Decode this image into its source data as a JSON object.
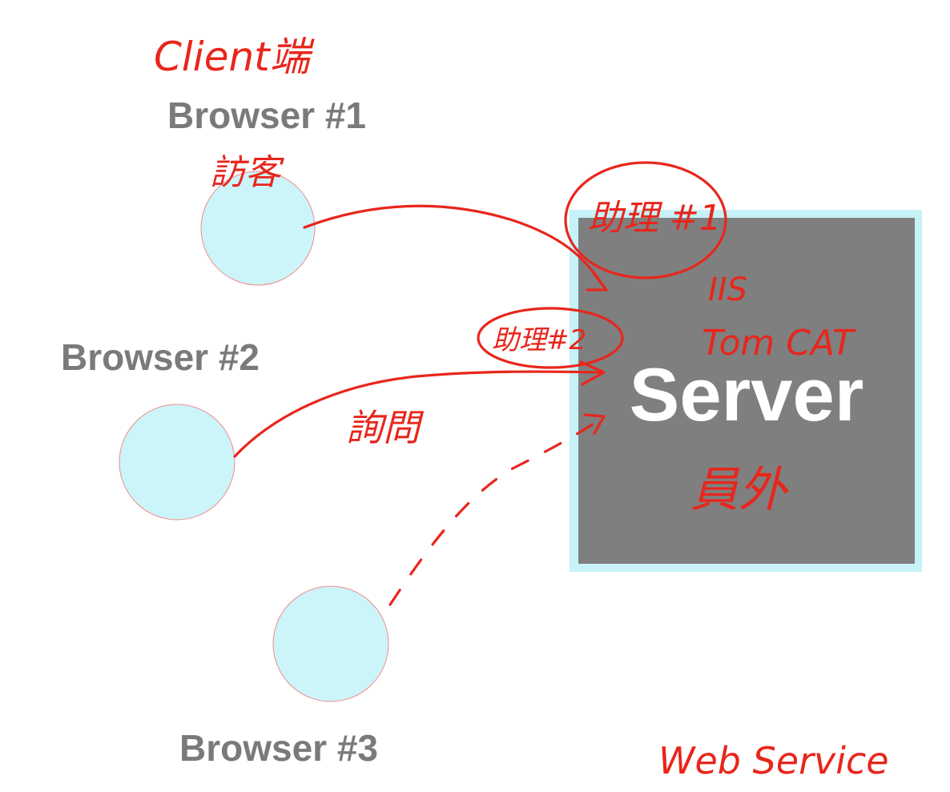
{
  "diagram": {
    "server": {
      "label": "Server"
    },
    "browsers": [
      {
        "label": "Browser #1"
      },
      {
        "label": "Browser #2"
      },
      {
        "label": "Browser #3"
      }
    ],
    "annotations": {
      "client_side": "Client端",
      "visitor": "訪客",
      "assistant_1": "助理 #1",
      "assistant_2": "助理#2",
      "inquiry": "詢問",
      "iis": "IIS",
      "tomcat": "Tom CAT",
      "staff": "員外",
      "web_service": "Web Service"
    },
    "colors": {
      "browser_fill": "#ccf5fa",
      "browser_stroke": "#f08a8a",
      "server_fill": "#7f7f7f",
      "server_border": "#c6f2f8",
      "ink": "#e8261c",
      "label_gray": "#7a7a7a"
    }
  }
}
